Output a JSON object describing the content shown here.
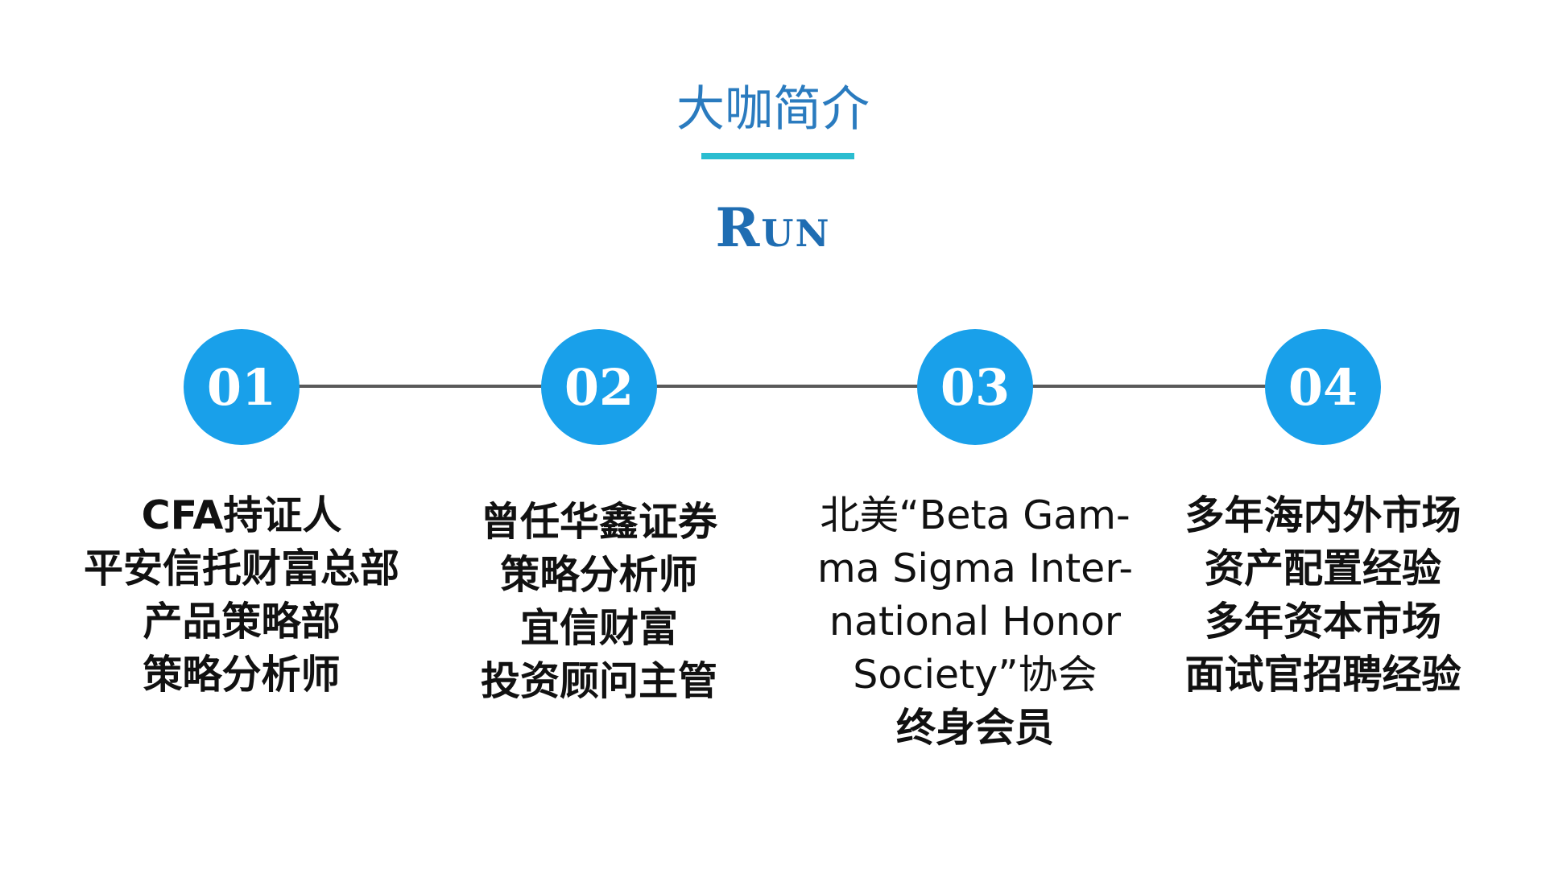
{
  "header": {
    "title": "大咖简介",
    "subtitle": "Run"
  },
  "timeline": {
    "nodes": [
      {
        "number": "01",
        "lines": [
          "CFA持证人",
          "平安信托财富总部",
          "产品策略部",
          "策略分析师"
        ]
      },
      {
        "number": "02",
        "lines": [
          "曾任华鑫证券",
          "策略分析师",
          "宜信财富",
          "投资顾问主管"
        ]
      },
      {
        "number": "03",
        "lines": [
          "北美“Beta Gam-",
          "ma Sigma Inter-",
          "national Honor",
          "Society”协会",
          "终身会员"
        ]
      },
      {
        "number": "04",
        "lines": [
          "多年海内外市场",
          "资产配置经验",
          "多年资本市场",
          "面试官招聘经验"
        ]
      }
    ]
  },
  "colors": {
    "title": "#2a7bbf",
    "underline": "#2bbdd0",
    "subtitle": "#1f6db2",
    "node": "#19a0ea",
    "line": "#5a5a5a",
    "text": "#111111"
  }
}
